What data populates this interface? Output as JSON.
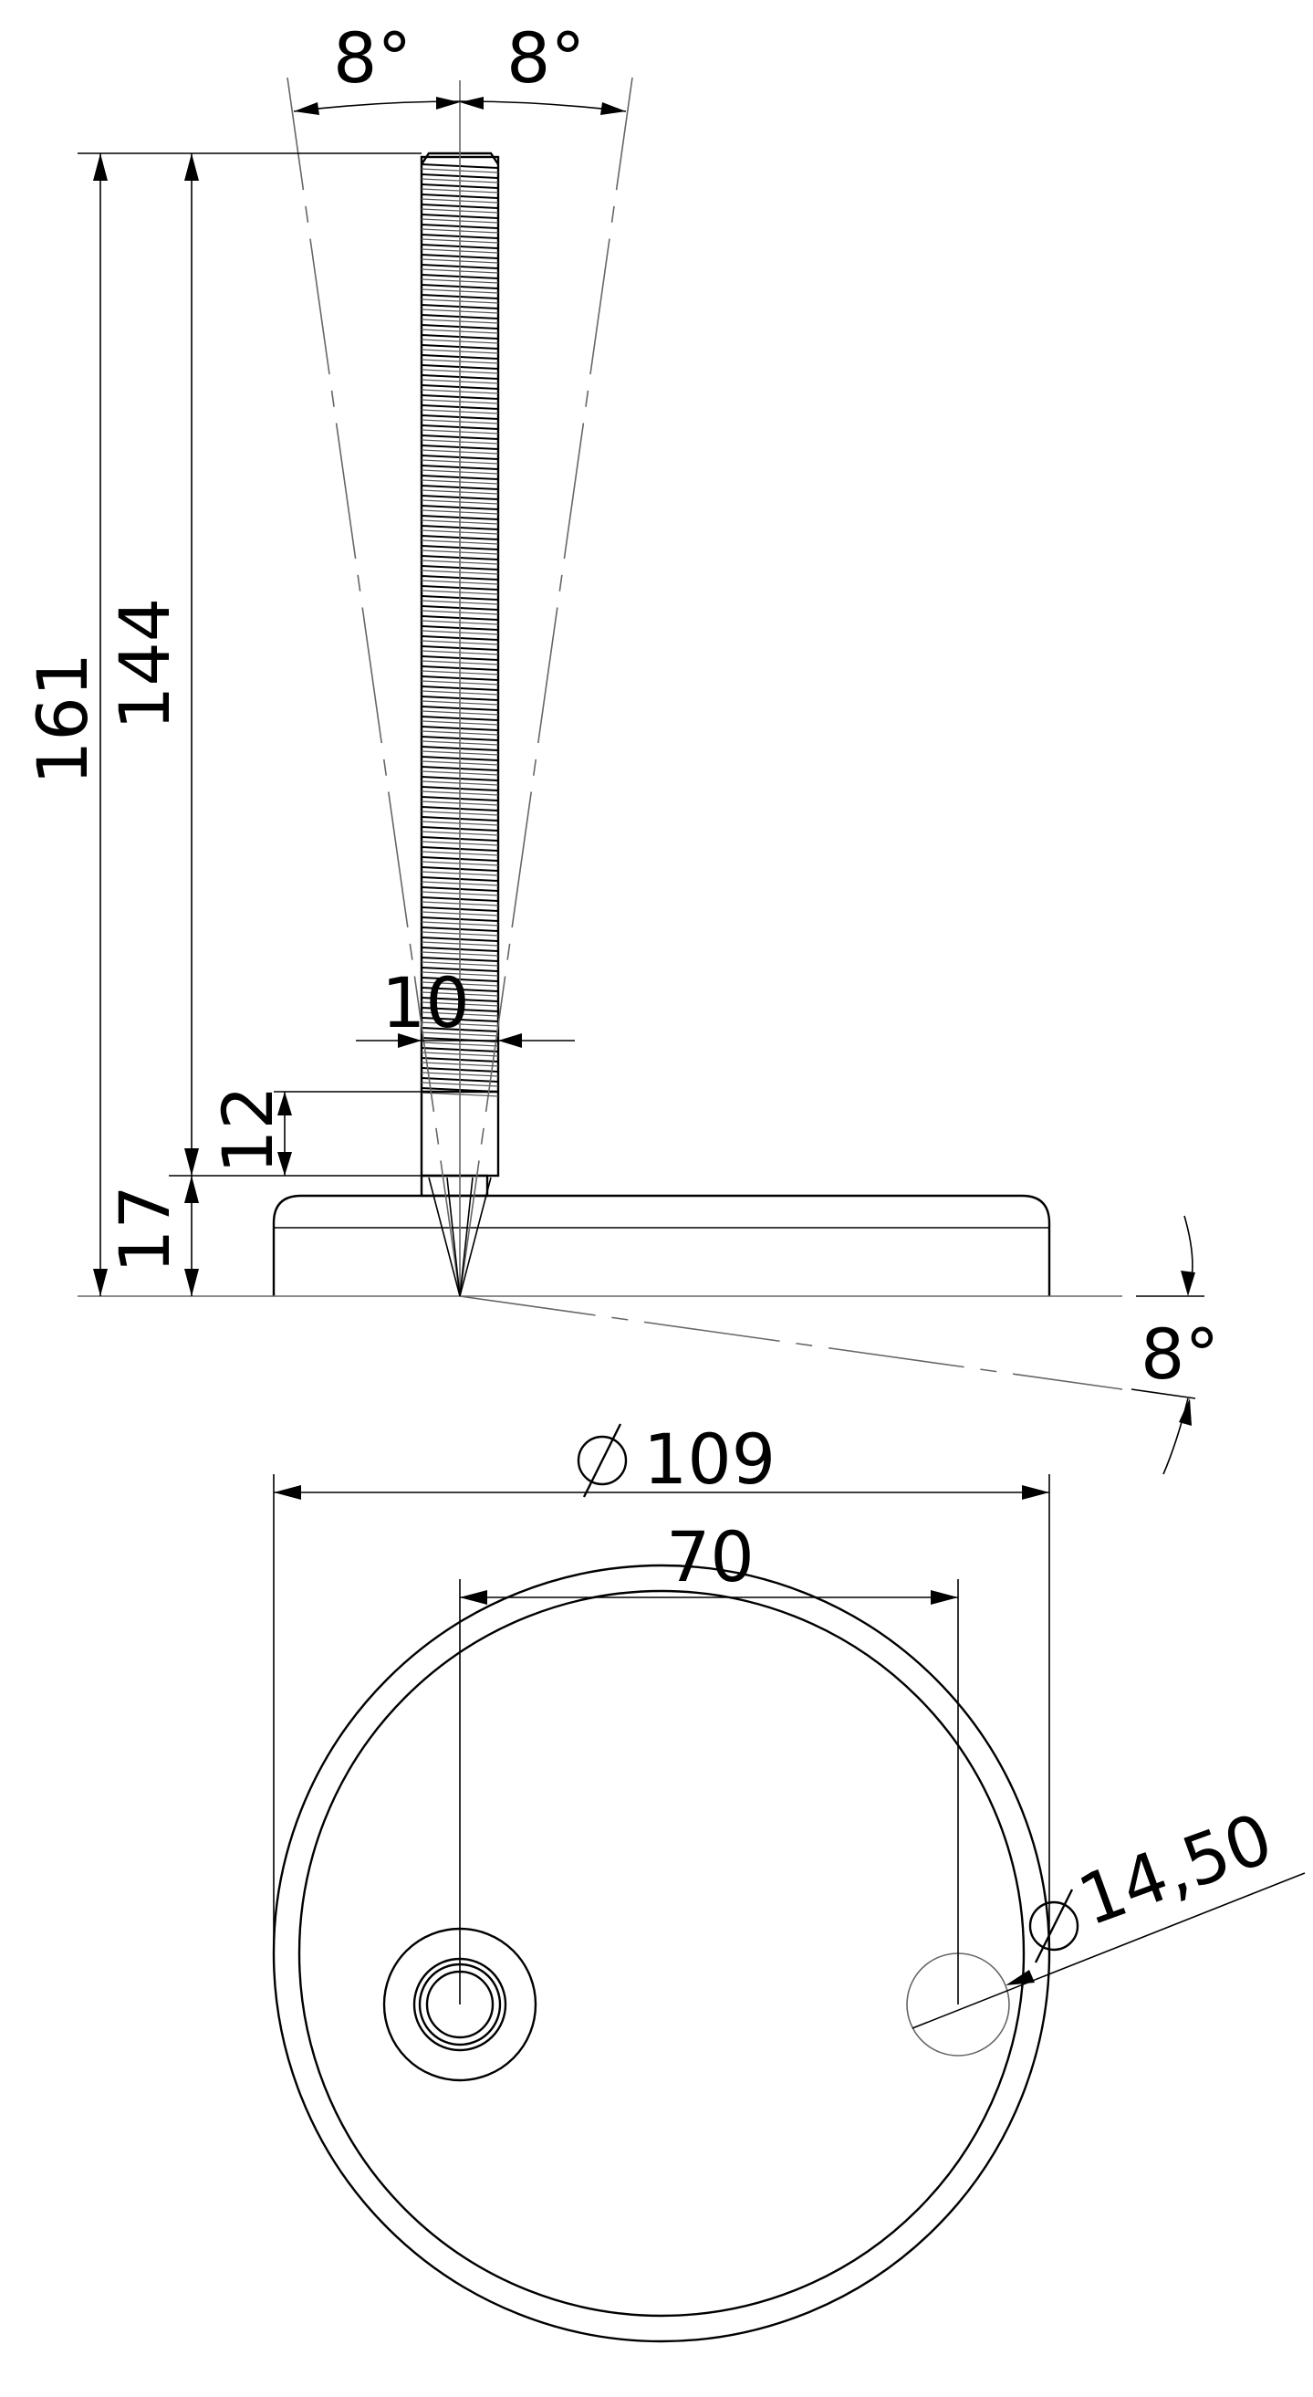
{
  "view_side": {
    "angle_left": "8°",
    "angle_right": "8°",
    "dim_total_height": "161",
    "dim_stud_length": "144",
    "dim_thread_diameter": "10",
    "dim_unthreaded": "12",
    "dim_base_height": "17",
    "angle_tilt_base": "8°"
  },
  "view_top": {
    "dim_base_diameter": "109",
    "dim_hole_spacing": "70",
    "dim_hole_diameter": "14,50"
  },
  "colors": {
    "line": "#000000",
    "center_line": "#666666",
    "background": "#ffffff"
  }
}
